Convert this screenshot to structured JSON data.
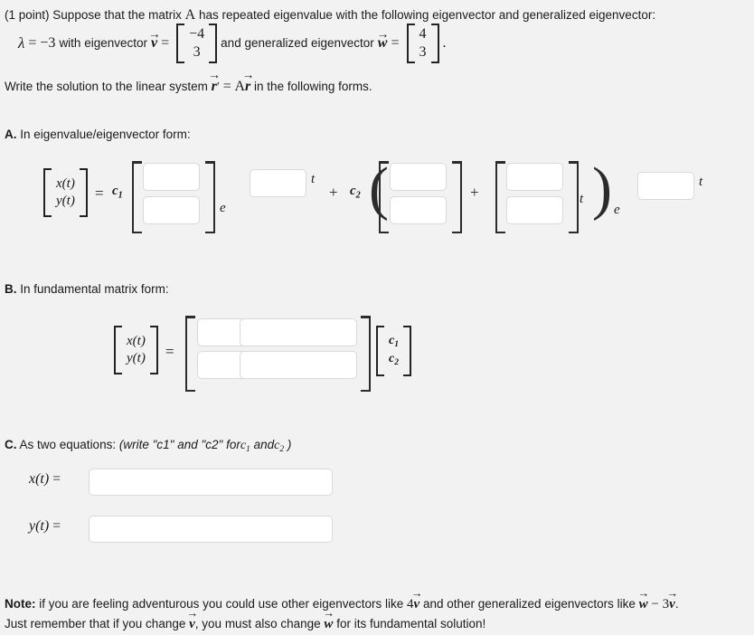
{
  "problem": {
    "points_label": "(1 point)",
    "intro_before_A": "Suppose that the matrix",
    "matrix_symbol": "A",
    "intro_after_A": "has repeated eigenvalue with the following eigenvector and generalized eigenvector:",
    "eigen_line": {
      "lambda_symbol": "λ",
      "equals": "=",
      "lambda_value": "−3",
      "with_text": "with eigenvector",
      "v_symbol": "v",
      "v_equals": "=",
      "v_vector": [
        "−4",
        "3"
      ],
      "and_text": "and generalized eigenvector",
      "w_symbol": "w",
      "w_equals": "=",
      "w_vector": [
        "4",
        "3"
      ],
      "period": "."
    },
    "instruction": {
      "before": "Write the solution to the linear system",
      "r_symbol": "r",
      "prime": "′",
      "equals": "=",
      "matrix_symbol": "A",
      "r_symbol2": "r",
      "after": "in the following forms."
    }
  },
  "sections": {
    "a": {
      "letter": "A.",
      "title": "In eigenvalue/eigenvector form:",
      "lhs_vector": [
        "x(t)",
        "y(t)"
      ],
      "equals": "=",
      "c1_label": "c",
      "c1_sub": "1",
      "c2_label": "c",
      "c2_sub": "2",
      "plus": "+",
      "plus2": "+",
      "e_label": "e",
      "e_label2": "e",
      "t_label": "t",
      "t_label2": "t",
      "t_multiplier": "t",
      "fields": {
        "c1_vec_top": {
          "value": "",
          "placeholder": ""
        },
        "c1_vec_bottom": {
          "value": "",
          "placeholder": ""
        },
        "c1_exponent": {
          "value": "",
          "placeholder": ""
        },
        "c2_vecA_top": {
          "value": "",
          "placeholder": ""
        },
        "c2_vecA_bottom": {
          "value": "",
          "placeholder": ""
        },
        "c2_vecB_top": {
          "value": "",
          "placeholder": ""
        },
        "c2_vecB_bottom": {
          "value": "",
          "placeholder": ""
        },
        "c2_exponent": {
          "value": "",
          "placeholder": ""
        }
      }
    },
    "b": {
      "letter": "B.",
      "title": "In fundamental matrix form:",
      "lhs_vector": [
        "x(t)",
        "y(t)"
      ],
      "equals": "=",
      "c_vector": [
        "c₁",
        "c₂"
      ],
      "c_vector_base": [
        "c",
        "c"
      ],
      "c_vector_sub": [
        "1",
        "2"
      ],
      "fields": {
        "m11": {
          "value": "",
          "placeholder": ""
        },
        "m12": {
          "value": "",
          "placeholder": ""
        },
        "m21": {
          "value": "",
          "placeholder": ""
        },
        "m22": {
          "value": "",
          "placeholder": ""
        }
      }
    },
    "c": {
      "letter": "C.",
      "title_plain": "As two equations:",
      "title_italic_a": "(write \"c1\" and \"c2\" for",
      "c1_base": "c",
      "c1_sub": "1",
      "and_word": "and",
      "c2_base": "c",
      "c2_sub": "2",
      "title_italic_b": ")",
      "x_label": "x(t)",
      "x_equals": "=",
      "y_label": "y(t)",
      "y_equals": "=",
      "fields": {
        "x_of_t": {
          "value": "",
          "placeholder": ""
        },
        "y_of_t": {
          "value": "",
          "placeholder": ""
        }
      }
    }
  },
  "note": {
    "bold_prefix": "Note:",
    "line1_a": "if you are feeling adventurous you could use other eigenvectors like",
    "coef4": "4",
    "v_symbol": "v",
    "line1_b": "and other generalized eigenvectors like",
    "w_symbol": "w",
    "minus": "−",
    "coef3": "3",
    "v_symbol2": "v",
    "line1_end": ".",
    "line2_a": "Just remember that if you change",
    "v_symbol3": "v",
    "line2_b": ", you must also change",
    "w_symbol2": "w",
    "line2_c": "for its fundamental solution!"
  },
  "colors": {
    "background": "#f2f2f2",
    "text": "#1a1a1a",
    "field_bg": "#ffffff",
    "field_border": "#d9d9d9",
    "bracket": "#2b2b2b"
  }
}
